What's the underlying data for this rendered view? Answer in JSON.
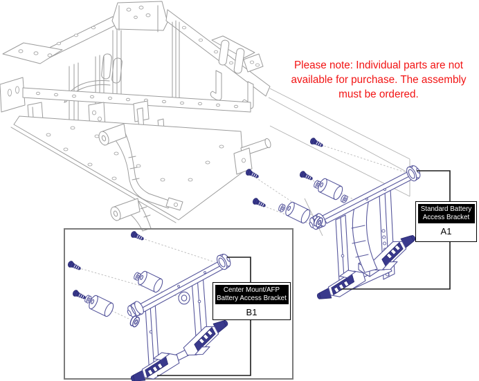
{
  "note": {
    "lines": [
      "Please note: Individual parts are not",
      "available for purchase. The assembly",
      "must be ordered."
    ],
    "color": "#f21313"
  },
  "callouts": {
    "a1": {
      "title_lines": [
        "Standard Battery",
        "Access Bracket"
      ],
      "code": "A1"
    },
    "b1": {
      "title_lines": [
        "Center Mount/AFP",
        "Battery Access Bracket"
      ],
      "code": "B1"
    }
  },
  "colors": {
    "note_red": "#f21313",
    "frame_gray": "#9b9b9b",
    "ghost_gray": "#b0b0b0",
    "part_outline_navy": "#55559b",
    "hardware_navy": "#39398c",
    "label_header_bg": "#000000",
    "label_header_text": "#ffffff",
    "callout_line": "#1a1a1a",
    "inset_border": "#7a7a7a",
    "background": "#ffffff"
  }
}
